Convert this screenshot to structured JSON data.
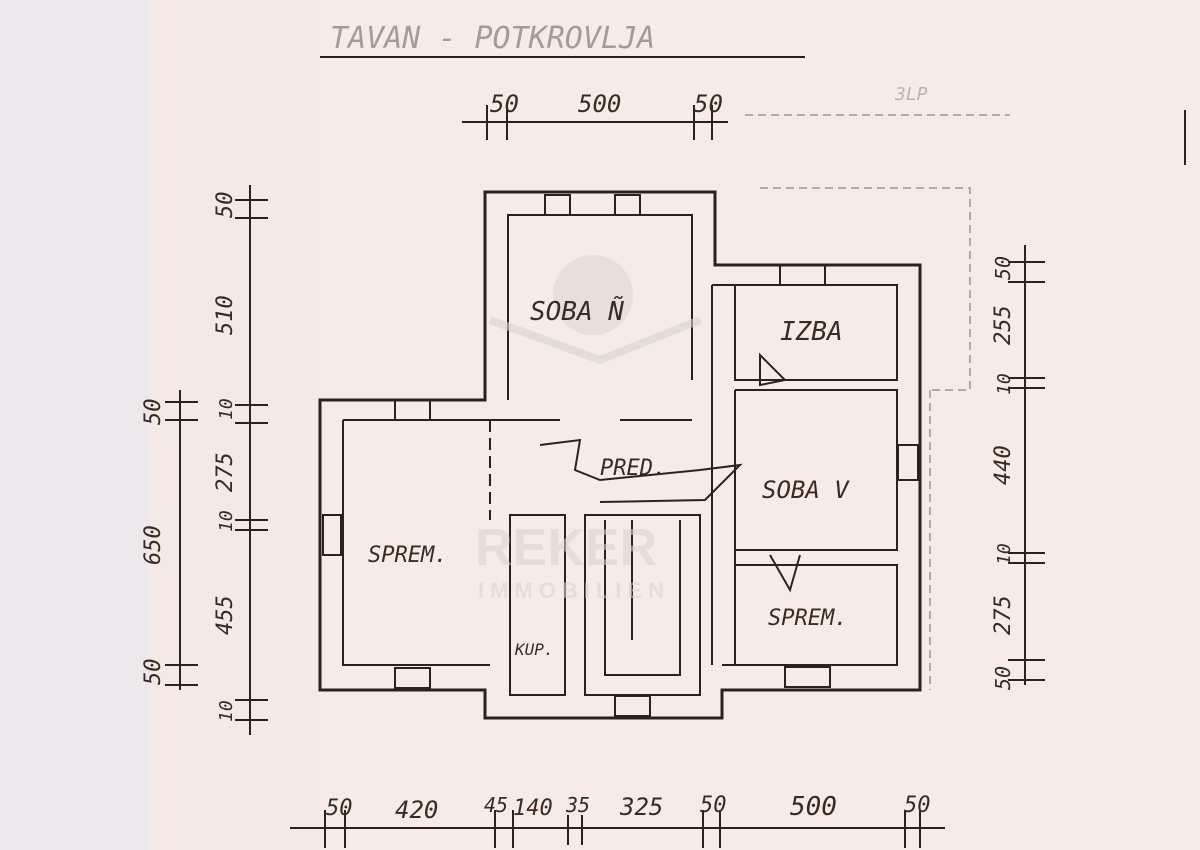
{
  "title": "TAVAN - POTKROVLJA",
  "faint_note": "3LP",
  "watermark": {
    "name": "REKER",
    "sub": "IMMOBILIEN"
  },
  "rooms": {
    "soba_n": "SOBA Ñ",
    "izba": "IZBA",
    "pred": "PRED.",
    "soba_v": "SOBA V",
    "sprem_left": "SPREM.",
    "kup": "KUP.",
    "sprem_right": "SPREM."
  },
  "dimensions": {
    "top": [
      "50",
      "500",
      "50"
    ],
    "bottom": [
      "50",
      "420",
      "45",
      "140",
      "35",
      "325",
      "50",
      "500",
      "50"
    ],
    "left_outer": [
      "50",
      "510",
      "10",
      "275",
      "10",
      "455",
      "10"
    ],
    "left_inner": [
      "50",
      "650",
      "50"
    ],
    "right": [
      "50",
      "255",
      "10",
      "440",
      "10",
      "275",
      "50"
    ]
  },
  "colors": {
    "paper": "#f6ebe6",
    "ink": "#2e211b"
  }
}
